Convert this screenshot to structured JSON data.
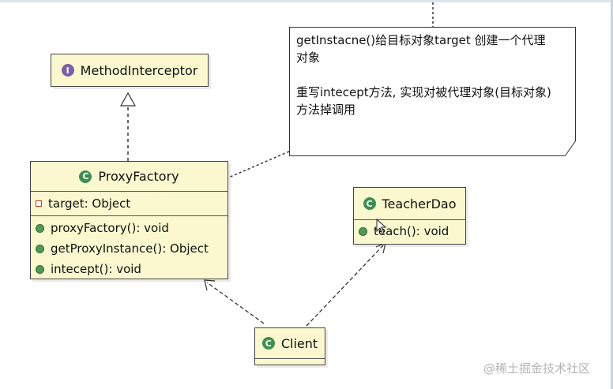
{
  "method_interceptor": {
    "name": "MethodInterceptor",
    "stereotype_icon": "interface-icon"
  },
  "proxy_factory": {
    "name": "ProxyFactory",
    "attributes": [
      "target: Object"
    ],
    "operations": [
      "proxyFactory(): void",
      "getProxyInstance(): Object",
      "intecept(): void"
    ]
  },
  "teacher_dao": {
    "name": "TeacherDao",
    "operations": [
      "teach(): void"
    ]
  },
  "client": {
    "name": "Client"
  },
  "note": {
    "line1": "getInstacne()给目标对象target 创建一个代理",
    "line2": "对象",
    "line3": "重写intecept方法, 实现对被代理对象(目标对象)",
    "line4": "方法掉调用"
  },
  "watermark": "@稀土掘金技术社区",
  "colors": {
    "box_fill": "#fbf8cf",
    "class_icon": "#3f8f52",
    "interface_icon": "#7b60a9"
  }
}
